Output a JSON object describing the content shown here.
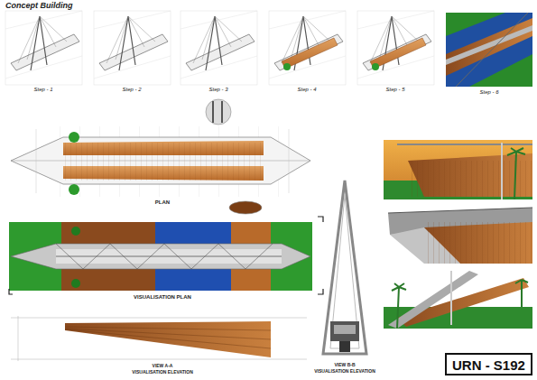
{
  "diagram": {
    "title": "Concept Building",
    "nodes": [
      {
        "text": [
          "URN - S192"
        ]
      }
    ],
    "labels": [
      "Step - 1",
      "Step - 2",
      "Step - 3",
      "Step - 4",
      "Step - 5",
      "Step - 6",
      "PLAN",
      "VISUALISATION PLAN",
      "VIEW A-A",
      "VISUALISATION ELEVATION",
      "VIEW B-B",
      "VISUALISATION ELEVATION"
    ]
  }
}
